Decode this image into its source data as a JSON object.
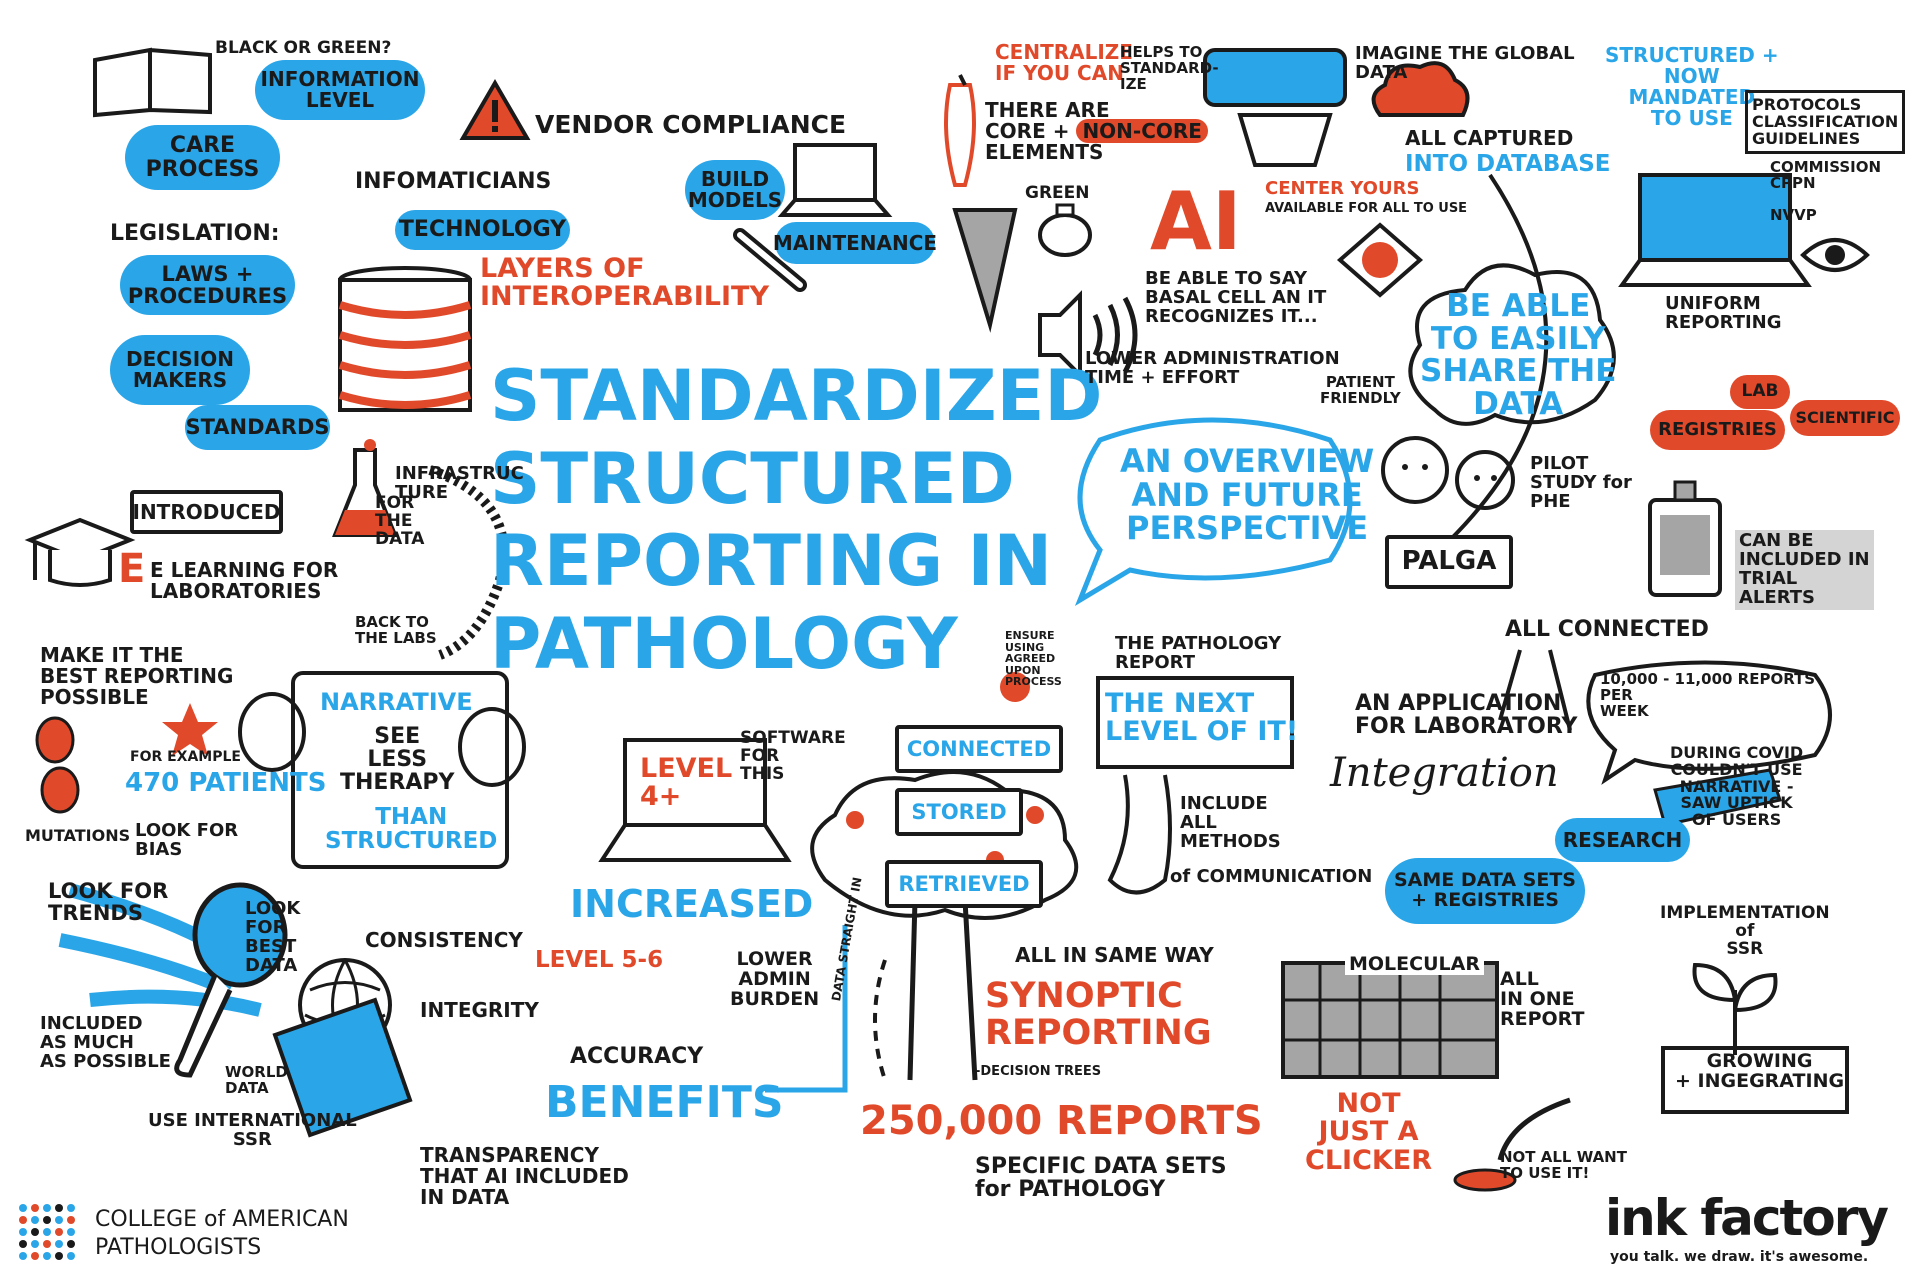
{
  "title": {
    "line1": "STANDARDIZED",
    "line2": "STRUCTURED",
    "line3": "REPORTING IN",
    "line4": "PATHOLOGY"
  },
  "overview_bubble": "AN OVERVIEW\nAND FUTURE\nPERSPECTIVE",
  "top_left": {
    "black_or_green": "BLACK OR GREEN?",
    "information_level": "INFORMATION\nLEVEL",
    "care_process": "CARE\nPROCESS",
    "infomaticians": "INFOMATICIANS",
    "technology": "TECHNOLOGY",
    "legislation": "LEGISLATION:",
    "laws_procedures": "LAWS +\nPROCEDURES",
    "decision_makers": "DECISION\nMAKERS",
    "standards": "STANDARDS",
    "vendor_compliance": "VENDOR COMPLIANCE",
    "layers": "LAYERS OF\nINTEROPERABILITY",
    "build_models": "BUILD\nMODELS",
    "maintenance": "MAINTENANCE"
  },
  "infrastructure": {
    "label": "INFRASTRUCTURE",
    "for_the_data": "FOR\nTHE\nDATA",
    "back_to_labs": "BACK TO\nTHE LABS",
    "introduced": "INTRODUCED",
    "elearning": "E LEARNING FOR\nLABORATORIES"
  },
  "top_middle": {
    "centralize": "CENTRALIZE\nIF YOU CAN",
    "helps": "HELPS TO\nSTANDARD-\nIZE",
    "core_elements": "THERE ARE\nCORE + ",
    "non_core": "NON-CORE",
    "elements": "ELEMENTS",
    "green": "GREEN",
    "imagine": "IMAGINE THE GLOBAL\nDATA",
    "all_captured": "ALL CAPTURED",
    "into_database": "INTO DATABASE",
    "ai": "AI",
    "center_yours": "CENTER YOURS",
    "available": "AVAILABLE FOR ALL TO USE",
    "basal_cell": "BE ABLE TO SAY\nBASAL CELL AN IT\nRECOGNIZES IT...",
    "lower_admin": "LOWER ADMINISTRATION\nTIME + EFFORT"
  },
  "top_right": {
    "structured_mandated": "STRUCTURED +\nNOW\nMANDATED\nTO USE",
    "protocols": "PROTOCOLS\nCLASSIFICATION\nGUIDELINES",
    "commission": "COMMISSION\nCPPN",
    "nvvp": "NVVP",
    "uniform": "UNIFORM\nREPORTING",
    "share_data": "BE ABLE\nTO EASILY\nSHARE THE\nDATA",
    "patient_friendly": "PATIENT\nFRIENDLY",
    "pilot": "PILOT\nSTUDY for\nPHE",
    "lab": "LAB",
    "registries": "REGISTRIES",
    "scientific": "SCIENTIFIC"
  },
  "palga": {
    "label": "PALGA",
    "trial": "CAN BE\nINCLUDED IN\nTRIAL\nALERTS",
    "all_connected": "ALL CONNECTED",
    "application": "AN APPLICATION\nFOR LABORATORY",
    "integration": "Integration",
    "reports_week": "10,000 - 11,000 REPORTS\nPER\nWEEK",
    "covid": "DURING COVID\nCOULDN'T USE\nNARRATIVE -\nSAW UPTICK\nOF USERS",
    "research": "RESEARCH",
    "same_data": "SAME DATA SETS\n+ REGISTRIES"
  },
  "left_middle": {
    "make_best": "MAKE IT THE\nBEST REPORTING\nPOSSIBLE",
    "for_example": "FOR EXAMPLE",
    "patients": "470 PATIENTS",
    "mutations": "MUTATIONS",
    "look_bias": "LOOK FOR\nBIAS",
    "narrative": "NARRATIVE",
    "see_less": "SEE\nLESS\nTHERAPY",
    "than_structured": "THAN\nSTRUCTURED"
  },
  "center": {
    "level4": "LEVEL\n4+",
    "software": "SOFTWARE\nFOR\nTHIS",
    "ensure": "ENSURE\nUSING\nAGREED\nUPON\nPROCESS",
    "pathology_report": "THE PATHOLOGY\nREPORT",
    "next_level": "THE NEXT\nLEVEL OF IT!",
    "connected": "CONNECTED",
    "stored": "STORED",
    "retrieved": "RETRIEVED",
    "include_all": "INCLUDE\nALL\nMETHODS",
    "communication": "of COMMUNICATION",
    "increased": "INCREASED",
    "level56": "LEVEL 5-6",
    "lower_burden": "LOWER\nADMIN\nBURDEN",
    "data_straight": "DATA STRAIGHT IN",
    "all_same_way": "ALL IN SAME WAY",
    "synoptic": "SYNOPTIC\nREPORTING",
    "decision_trees": "-DECISION TREES",
    "reports250": "250,000 REPORTS",
    "specific": "SPECIFIC DATA SETS\nfor PATHOLOGY",
    "accuracy": "ACCURACY",
    "benefits": "BENEFITS"
  },
  "bottom_left": {
    "look_trends": "LOOK FOR\nTRENDS",
    "look_best": "LOOK\nFOR\nBEST\nDATA",
    "consistency": "CONSISTENCY",
    "integrity": "INTEGRITY",
    "included": "INCLUDED\nAS MUCH\nAS POSSIBLE",
    "world_data": "WORLD\nDATA",
    "use_international": "USE INTERNATIONAL\nSSR",
    "transparency": "TRANSPARENCY\nTHAT AI INCLUDED\nIN DATA"
  },
  "bottom_right": {
    "molecular": "MOLECULAR",
    "all_one": "ALL\nIN ONE\nREPORT",
    "implementation": "IMPLEMENTATION\nof\nSSR",
    "growing": "GROWING\n+ INGEGRATING",
    "not_clicker": "NOT\nJUST A\nCLICKER",
    "not_all": "NOT ALL WANT\nTO USE IT!"
  },
  "logos": {
    "cap_line1": "COLLEGE of AMERICAN",
    "cap_line2": "PATHOLOGISTS",
    "ink": "ink factory",
    "ink_tag": "you talk. we draw. it's awesome."
  },
  "colors": {
    "blue": "#2aa6e8",
    "red": "#e04a2a",
    "black": "#1a1a1a",
    "grey": "#a5a5a5"
  }
}
